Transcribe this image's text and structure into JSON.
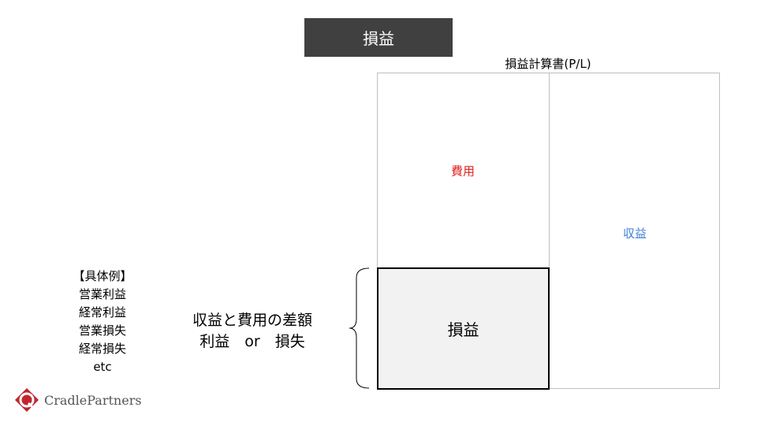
{
  "title": "損益",
  "pl_statement": {
    "caption": "損益計算書(P/L)",
    "expense_label": "費用",
    "revenue_label": "収益",
    "profit_label": "損益",
    "colors": {
      "expense": "#e02020",
      "revenue": "#3d7fd6",
      "title_bg": "#404040",
      "profit_bg": "#f2f2f2"
    }
  },
  "difference": {
    "line1": "収益と費用の差額",
    "line2": "利益　or　損失"
  },
  "examples": {
    "heading": "【具体例】",
    "items": [
      "営業利益",
      "経常利益",
      "営業損失",
      "経常損失",
      "etc"
    ]
  },
  "logo": {
    "text": "CradlePartners",
    "icon": "cradle-partners-logo-icon"
  }
}
